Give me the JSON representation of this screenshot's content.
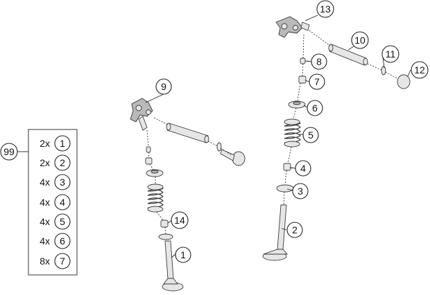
{
  "callouts": [
    {
      "id": "1",
      "label": "1"
    },
    {
      "id": "2",
      "label": "2"
    },
    {
      "id": "3",
      "label": "3"
    },
    {
      "id": "4",
      "label": "4"
    },
    {
      "id": "5",
      "label": "5"
    },
    {
      "id": "6",
      "label": "6"
    },
    {
      "id": "7",
      "label": "7"
    },
    {
      "id": "8",
      "label": "8"
    },
    {
      "id": "9",
      "label": "9"
    },
    {
      "id": "10",
      "label": "10"
    },
    {
      "id": "11",
      "label": "11"
    },
    {
      "id": "12",
      "label": "12"
    },
    {
      "id": "13",
      "label": "13"
    },
    {
      "id": "14",
      "label": "14"
    }
  ],
  "kit": {
    "label": "99",
    "rows": [
      {
        "qty": "2x",
        "part": "1"
      },
      {
        "qty": "2x",
        "part": "2"
      },
      {
        "qty": "4x",
        "part": "3"
      },
      {
        "qty": "4x",
        "part": "4"
      },
      {
        "qty": "4x",
        "part": "5"
      },
      {
        "qty": "4x",
        "part": "6"
      },
      {
        "qty": "8x",
        "part": "7"
      }
    ]
  }
}
